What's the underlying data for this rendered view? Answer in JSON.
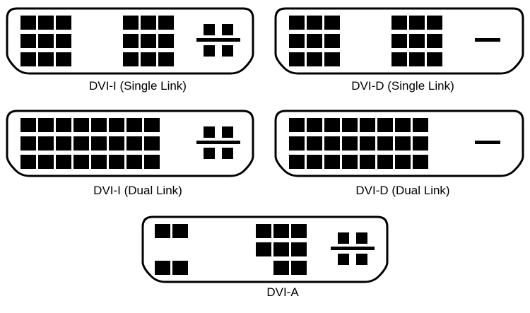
{
  "colors": {
    "outline": "#000000",
    "pin": "#000000",
    "background": "#ffffff"
  },
  "connectors": [
    {
      "id": "dvi-i-single-link",
      "label": "DVI-I (Single Link)",
      "pin_layout": "single-link",
      "analog": true
    },
    {
      "id": "dvi-d-single-link",
      "label": "DVI-D (Single Link)",
      "pin_layout": "single-link",
      "analog": false
    },
    {
      "id": "dvi-i-dual-link",
      "label": "DVI-I (Dual Link)",
      "pin_layout": "dual-link",
      "analog": true
    },
    {
      "id": "dvi-d-dual-link",
      "label": "DVI-D (Dual Link)",
      "pin_layout": "dual-link",
      "analog": false
    },
    {
      "id": "dvi-a",
      "label": "DVI-A",
      "pin_layout": "analog-only",
      "analog": true
    }
  ]
}
